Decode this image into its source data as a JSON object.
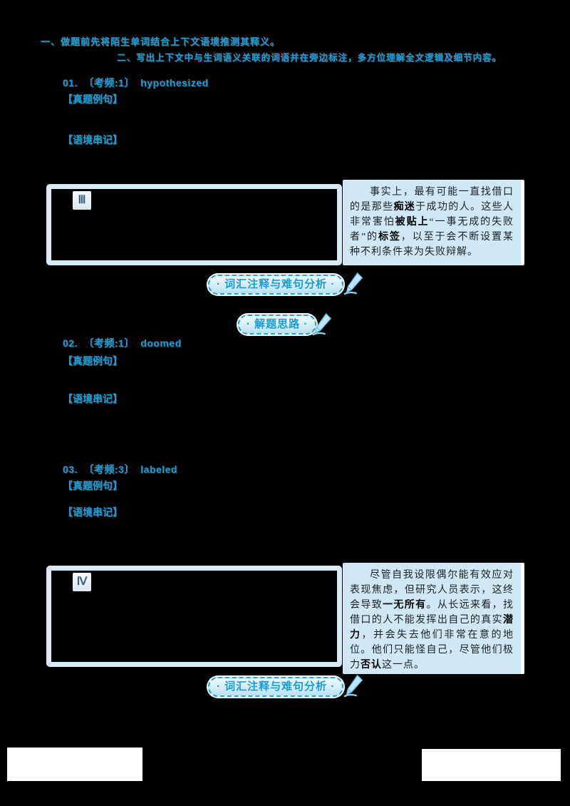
{
  "page": {
    "background": "#000000",
    "accent_blue": "#1a9cd8",
    "panel_blue": "#cfe8f4",
    "frame_blue": "#d7eaf6"
  },
  "header": {
    "note1": "一、做题前先将陌生单词结合上下文语境推测其释义。",
    "note2": "二、写出上下文中与生词语义关联的词语并在旁边标注，多方位理解全文逻辑及细节内容。"
  },
  "entries": [
    {
      "num": "01.",
      "tag": "〔考频:1〕",
      "word": "hypothesized",
      "label_example": "【真题例句】",
      "label_context": "【语境串记】"
    },
    {
      "num": "02.",
      "tag": "〔考频:1〕",
      "word": "doomed",
      "label_example": "【真题例句】",
      "label_context": "【语境串记】"
    },
    {
      "num": "03.",
      "tag": "〔考频:3〕",
      "word": "labeled",
      "label_example": "【真题例句】",
      "label_context": "【语境串记】"
    }
  ],
  "passages": [
    {
      "numeral": "Ⅲ"
    },
    {
      "numeral": "Ⅳ"
    }
  ],
  "translations": [
    {
      "segments": [
        {
          "t": "事实上，最有可能一直找借口的是那些",
          "b": false
        },
        {
          "t": "痴迷",
          "b": true
        },
        {
          "t": "于成功的人。这些人非常害怕",
          "b": false
        },
        {
          "t": "被贴上",
          "b": true
        },
        {
          "t": "“一事无成的失败者”的",
          "b": false
        },
        {
          "t": "标签",
          "b": true
        },
        {
          "t": "，以至于会不断设置某种不利条件来为失败辩解。",
          "b": false
        }
      ]
    },
    {
      "segments": [
        {
          "t": "尽管自我设限偶尔能有效应对表现焦虑，但研究人员表示，这终会导致",
          "b": false
        },
        {
          "t": "一无所有",
          "b": true
        },
        {
          "t": "。从长远来看，找借口的人不能发挥出自己的真实",
          "b": false
        },
        {
          "t": "潜力",
          "b": true
        },
        {
          "t": "，并会失去他们非常在意的地位。他们只能怪自己，尽管他们极力",
          "b": false
        },
        {
          "t": "否认",
          "b": true
        },
        {
          "t": "这一点。",
          "b": false
        }
      ]
    }
  ],
  "stamps": {
    "vocab_analysis": "· 词汇注释与难句分析 ·",
    "solving_ideas": "· 解题思路 ·"
  }
}
